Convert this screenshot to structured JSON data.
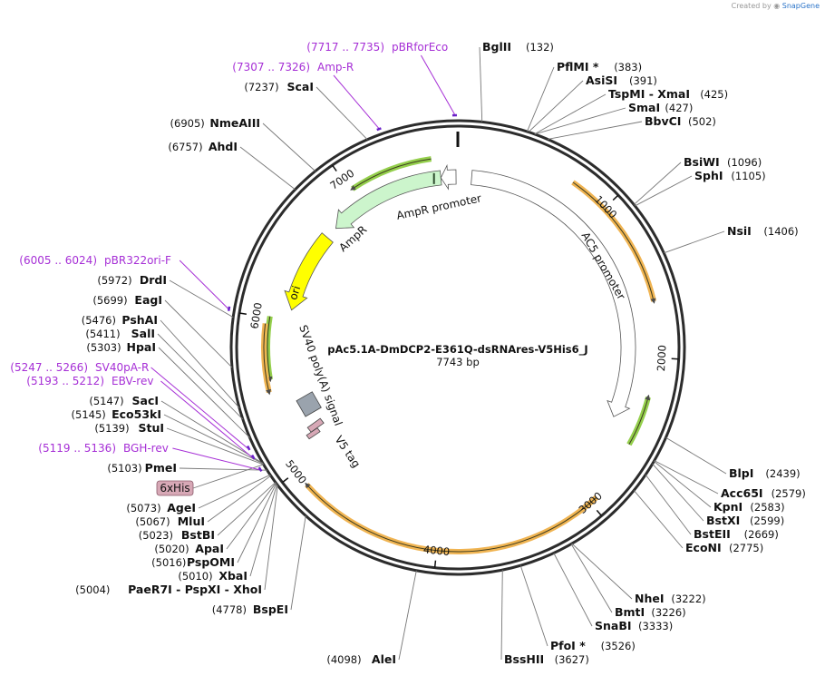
{
  "credit": {
    "prefix": "Created by",
    "brand": "SnapGene"
  },
  "plasmid": {
    "name": "pAc5.1A-DmDCP2-E361Q-dsRNAres-V5His6_J",
    "length_label": "7743 bp",
    "length": 7743
  },
  "ticks": [
    {
      "pos": 1000,
      "label": "1000"
    },
    {
      "pos": 2000,
      "label": "2000"
    },
    {
      "pos": 3000,
      "label": "3000"
    },
    {
      "pos": 4000,
      "label": "4000"
    },
    {
      "pos": 5000,
      "label": "5000"
    },
    {
      "pos": 6000,
      "label": "6000"
    },
    {
      "pos": 7000,
      "label": "7000"
    }
  ],
  "enzymes": [
    {
      "name": "BglII",
      "pos": "(132)",
      "site": 132
    },
    {
      "name": "PflMI *",
      "pos": "(383)",
      "site": 383
    },
    {
      "name": "AsiSI",
      "pos": "(391)",
      "site": 391
    },
    {
      "name": "TspMI - XmaI",
      "pos": "(425)",
      "site": 425
    },
    {
      "name": "SmaI",
      "pos": "(427)",
      "site": 427
    },
    {
      "name": "BbvCI",
      "pos": "(502)",
      "site": 502
    },
    {
      "name": "BsiWI",
      "pos": "(1096)",
      "site": 1096
    },
    {
      "name": "SphI",
      "pos": "(1105)",
      "site": 1105
    },
    {
      "name": "NsiI",
      "pos": "(1406)",
      "site": 1406
    },
    {
      "name": "BlpI",
      "pos": "(2439)",
      "site": 2439
    },
    {
      "name": "Acc65I",
      "pos": "(2579)",
      "site": 2579
    },
    {
      "name": "KpnI",
      "pos": "(2583)",
      "site": 2583
    },
    {
      "name": "BstXI",
      "pos": "(2599)",
      "site": 2599
    },
    {
      "name": "BstEII",
      "pos": "(2669)",
      "site": 2669
    },
    {
      "name": "EcoNI",
      "pos": "(2775)",
      "site": 2775
    },
    {
      "name": "NheI",
      "pos": "(3222)",
      "site": 3222
    },
    {
      "name": "BmtI",
      "pos": "(3226)",
      "site": 3226
    },
    {
      "name": "SnaBI",
      "pos": "(3333)",
      "site": 3333
    },
    {
      "name": "PfoI *",
      "pos": "(3526)",
      "site": 3526
    },
    {
      "name": "BssHII",
      "pos": "(3627)",
      "site": 3627
    },
    {
      "name": "AleI",
      "pos": "(4098)",
      "site": 4098
    },
    {
      "name": "BspEI",
      "pos": "(4778)",
      "site": 4778
    },
    {
      "name": "PaeR7I - PspXI - XhoI",
      "pos": "(5004)",
      "site": 5004
    },
    {
      "name": "XbaI",
      "pos": "(5010)",
      "site": 5010
    },
    {
      "name": "PspOMI",
      "pos": "(5016)",
      "site": 5016
    },
    {
      "name": "ApaI",
      "pos": "(5020)",
      "site": 5020
    },
    {
      "name": "BstBI",
      "pos": "(5023)",
      "site": 5023
    },
    {
      "name": "MluI",
      "pos": "(5067)",
      "site": 5067
    },
    {
      "name": "AgeI",
      "pos": "(5073)",
      "site": 5073
    },
    {
      "name": "PmeI",
      "pos": "(5103)",
      "site": 5103
    },
    {
      "name": "StuI",
      "pos": "(5139)",
      "site": 5139
    },
    {
      "name": "Eco53kI",
      "pos": "(5145)",
      "site": 5145
    },
    {
      "name": "SacI",
      "pos": "(5147)",
      "site": 5147
    },
    {
      "name": "HpaI",
      "pos": "(5303)",
      "site": 5303
    },
    {
      "name": "SalI",
      "pos": "(5411)",
      "site": 5411
    },
    {
      "name": "PshAI",
      "pos": "(5476)",
      "site": 5476
    },
    {
      "name": "EagI",
      "pos": "(5699)",
      "site": 5699
    },
    {
      "name": "DrdI",
      "pos": "(5972)",
      "site": 5972
    },
    {
      "name": "NmeAIII",
      "pos": "(6905)",
      "site": 6905
    },
    {
      "name": "AhdI",
      "pos": "(6757)",
      "site": 6757
    },
    {
      "name": "ScaI",
      "pos": "(7237)",
      "site": 7237
    }
  ],
  "primers": [
    {
      "name": "pBRforEco",
      "range": "(7717 .. 7735)",
      "site": 7726
    },
    {
      "name": "Amp-R",
      "range": "(7307 .. 7326)",
      "site": 7316
    },
    {
      "name": "pBR322ori-F",
      "range": "(6005 .. 6024)",
      "site": 6014
    },
    {
      "name": "SV40pA-R",
      "range": "(5247 .. 5266)",
      "site": 5256
    },
    {
      "name": "EBV-rev",
      "range": "(5193 .. 5212)",
      "site": 5202
    },
    {
      "name": "BGH-rev",
      "range": "(5119 .. 5136)",
      "site": 5127
    }
  ],
  "features": [
    {
      "name": "AmpR promoter",
      "start": 7620,
      "end": 7730,
      "color": "#ffffff"
    },
    {
      "name": "AmpR",
      "start": 6760,
      "end": 7620,
      "color": "#ccf5cc"
    },
    {
      "name": "ori",
      "start": 6080,
      "end": 6670,
      "color": "#ffff00"
    },
    {
      "name": "AC5 promoter",
      "start": 100,
      "end": 2450,
      "color": "#ffffff"
    },
    {
      "name": "SV40 poly(A) signal",
      "start": 5300,
      "end": 5420,
      "color": "#9aa3ad"
    },
    {
      "name": "V5 tag",
      "start": 5170,
      "end": 5230,
      "color": "#d7a8b6"
    },
    {
      "name": "6xHis",
      "start": 5130,
      "end": 5160,
      "color": "#d7a8b6"
    }
  ],
  "orfs": [
    {
      "start": 7570,
      "end": 7020,
      "color": "#94cf4c"
    },
    {
      "start": 6010,
      "end": 5600,
      "color": "#94cf4c"
    },
    {
      "start": 2570,
      "end": 2250,
      "color": "#94cf4c"
    },
    {
      "start": 5960,
      "end": 5520,
      "color": "#f0b452"
    },
    {
      "start": 750,
      "end": 1650,
      "color": "#f0b452"
    },
    {
      "start": 2950,
      "end": 4900,
      "color": "#f0b452"
    }
  ]
}
